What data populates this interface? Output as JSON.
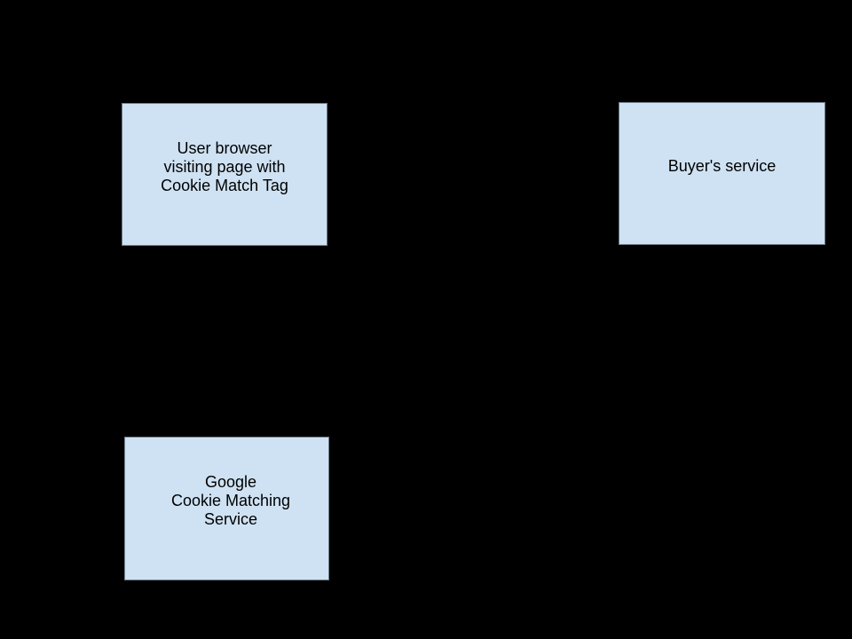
{
  "background_color": "#000000",
  "diagram": {
    "description_note": "",
    "node_fill_color": "#cfe2f3",
    "node_border_color": "#6e7d8a",
    "node_text_color": "#000000",
    "nodes": {
      "user_browser": {
        "label": "User browser\nvisiting page with\nCookie Match Tag"
      },
      "buyers_service": {
        "label": "Buyer's service"
      },
      "google_cookie_matching_service": {
        "label": "Google\nCookie Matching\nService"
      }
    }
  }
}
